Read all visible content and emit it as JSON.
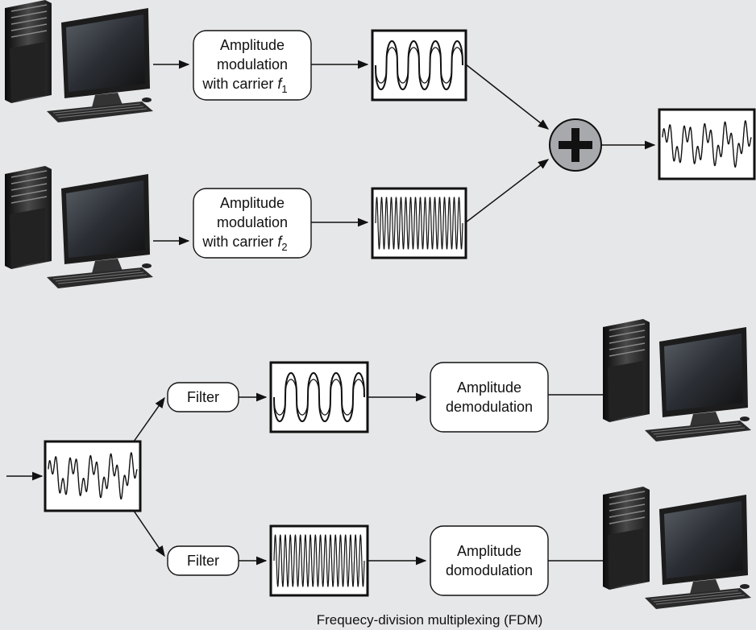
{
  "top": {
    "mod1": {
      "line1": "Amplitude",
      "line2": "modulation",
      "line3_prefix": "with carrier ",
      "carrier": "f",
      "sub": "1"
    },
    "mod2": {
      "line1": "Amplitude",
      "line2": "modulation",
      "line3_prefix": "with carrier ",
      "carrier": "f",
      "sub": "2"
    },
    "adder_symbol": "+"
  },
  "bottom": {
    "filter1": "Filter",
    "filter2": "Filter",
    "demod1": {
      "line1": "Amplitude",
      "line2": "demodulation"
    },
    "demod2": {
      "line1": "Amplitude",
      "line2": "domodulation"
    }
  },
  "caption": "Frequecy-division multiplexing (FDM)",
  "colors": {
    "background": "#e6e7e8",
    "box_fill": "#ffffff",
    "adder_fill": "#a7a9ac",
    "stroke": "#111111"
  }
}
